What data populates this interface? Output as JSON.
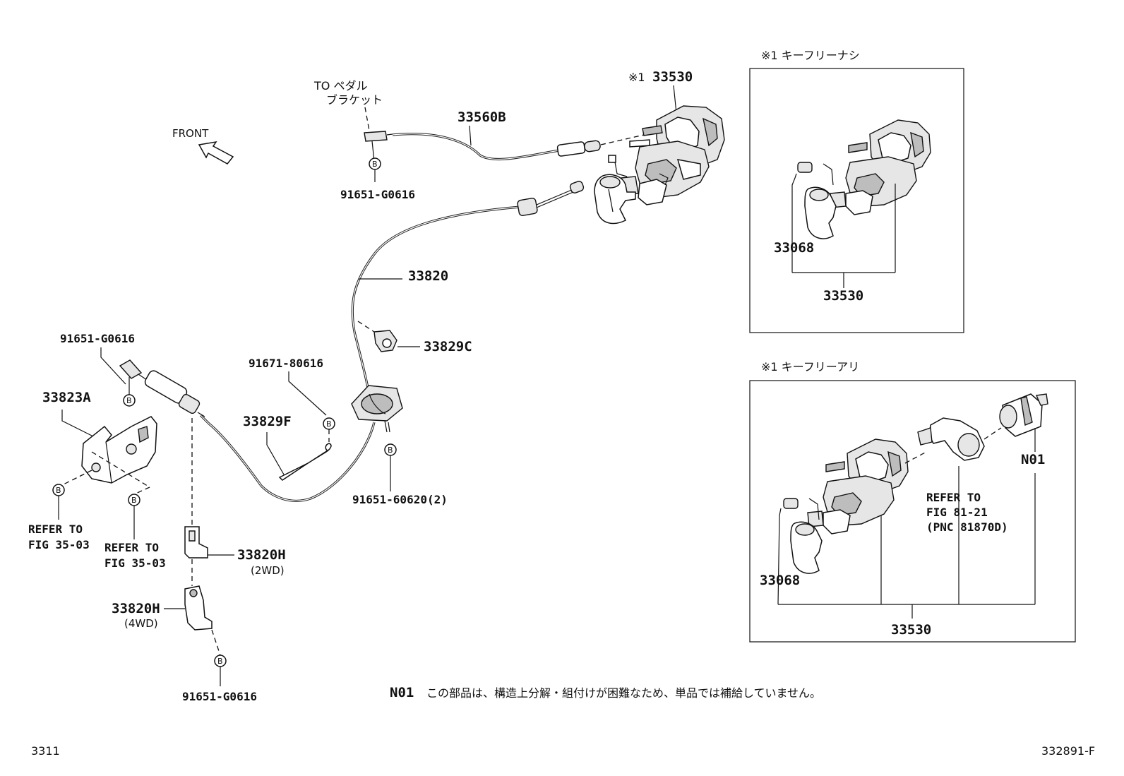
{
  "labels": {
    "front": "FRONT",
    "to_pedal_1": "TO ペダル",
    "to_pedal_2": "ブラケット",
    "p_33560b": "33560B",
    "p_33530_main": "33530",
    "mark_main": "※1",
    "p_91651_g0616_top": "91651-G0616",
    "p_33820": "33820",
    "p_33829c": "33829C",
    "p_91651_g0616_left": "91651-G0616",
    "p_33823a": "33823A",
    "p_91671_80616": "91671-80616",
    "p_33829f": "33829F",
    "p_91651_60620": "91651-60620(2)",
    "refer_a_1": "REFER TO",
    "refer_a_2": "FIG 35-03",
    "refer_b_1": "REFER TO",
    "refer_b_2": "FIG 35-03",
    "p_33820h_2wd": "33820H",
    "note_2wd": "(2WD)",
    "p_33820h_4wd": "33820H",
    "note_4wd": "(4WD)",
    "p_91651_g0616_bottom": "91651-G0616",
    "b_mark": "B"
  },
  "inset_top": {
    "title": "※1 キーフリーナシ",
    "p_33068": "33068",
    "p_33530": "33530"
  },
  "inset_bottom": {
    "title": "※1 キーフリーアリ",
    "p_33068": "33068",
    "p_33530": "33530",
    "p_n01": "N01",
    "refer_1": "REFER TO",
    "refer_2": "FIG 81-21",
    "refer_3": "(PNC 81870D)"
  },
  "note": {
    "code": "N01",
    "text": "この部品は、構造上分解・組付けが困難なため、単品では補給していません。"
  },
  "footer": {
    "left": "3311",
    "right": "332891-F"
  }
}
